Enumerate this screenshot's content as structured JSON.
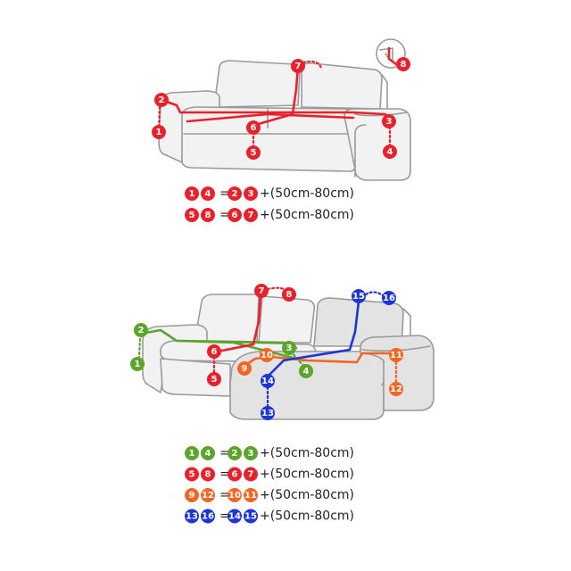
{
  "colors": {
    "red": "#e8212b",
    "green": "#5aa52a",
    "orange": "#f26522",
    "blue": "#1d35d6",
    "equals": "#e8212b"
  },
  "formulas": {
    "top": [
      {
        "left": [
          "1",
          "4"
        ],
        "right": [
          "2",
          "3"
        ],
        "suffix": "+(50cm-80cm)",
        "color": "red"
      },
      {
        "left": [
          "5",
          "8"
        ],
        "right": [
          "6",
          "7"
        ],
        "suffix": "+(50cm-80cm)",
        "color": "red"
      }
    ],
    "bottom": [
      {
        "left": [
          "1",
          "4"
        ],
        "right": [
          "2",
          "3"
        ],
        "suffix": "+(50cm-80cm)",
        "color": "green"
      },
      {
        "left": [
          "5",
          "8"
        ],
        "right": [
          "6",
          "7"
        ],
        "suffix": "+(50cm-80cm)",
        "color": "red"
      },
      {
        "left": [
          "9",
          "12"
        ],
        "right": [
          "10",
          "11"
        ],
        "suffix": "+(50cm-80cm)",
        "color": "orange"
      },
      {
        "left": [
          "13",
          "16"
        ],
        "right": [
          "14",
          "15"
        ],
        "suffix": "+(50cm-80cm)",
        "color": "blue"
      }
    ]
  },
  "diagrams": {
    "sofa": {
      "markers": [
        {
          "label": "1",
          "color": "red"
        },
        {
          "label": "2",
          "color": "red"
        },
        {
          "label": "3",
          "color": "red"
        },
        {
          "label": "4",
          "color": "red"
        },
        {
          "label": "5",
          "color": "red"
        },
        {
          "label": "6",
          "color": "red"
        },
        {
          "label": "7",
          "color": "red"
        },
        {
          "label": "8",
          "color": "red"
        }
      ]
    },
    "sectional": {
      "markers": [
        {
          "label": "1",
          "color": "green"
        },
        {
          "label": "2",
          "color": "green"
        },
        {
          "label": "3",
          "color": "green"
        },
        {
          "label": "4",
          "color": "green"
        },
        {
          "label": "5",
          "color": "red"
        },
        {
          "label": "6",
          "color": "red"
        },
        {
          "label": "7",
          "color": "red"
        },
        {
          "label": "8",
          "color": "red"
        },
        {
          "label": "9",
          "color": "orange"
        },
        {
          "label": "10",
          "color": "orange"
        },
        {
          "label": "11",
          "color": "orange"
        },
        {
          "label": "12",
          "color": "orange"
        },
        {
          "label": "13",
          "color": "blue"
        },
        {
          "label": "14",
          "color": "blue"
        },
        {
          "label": "15",
          "color": "blue"
        },
        {
          "label": "16",
          "color": "blue"
        }
      ]
    }
  }
}
